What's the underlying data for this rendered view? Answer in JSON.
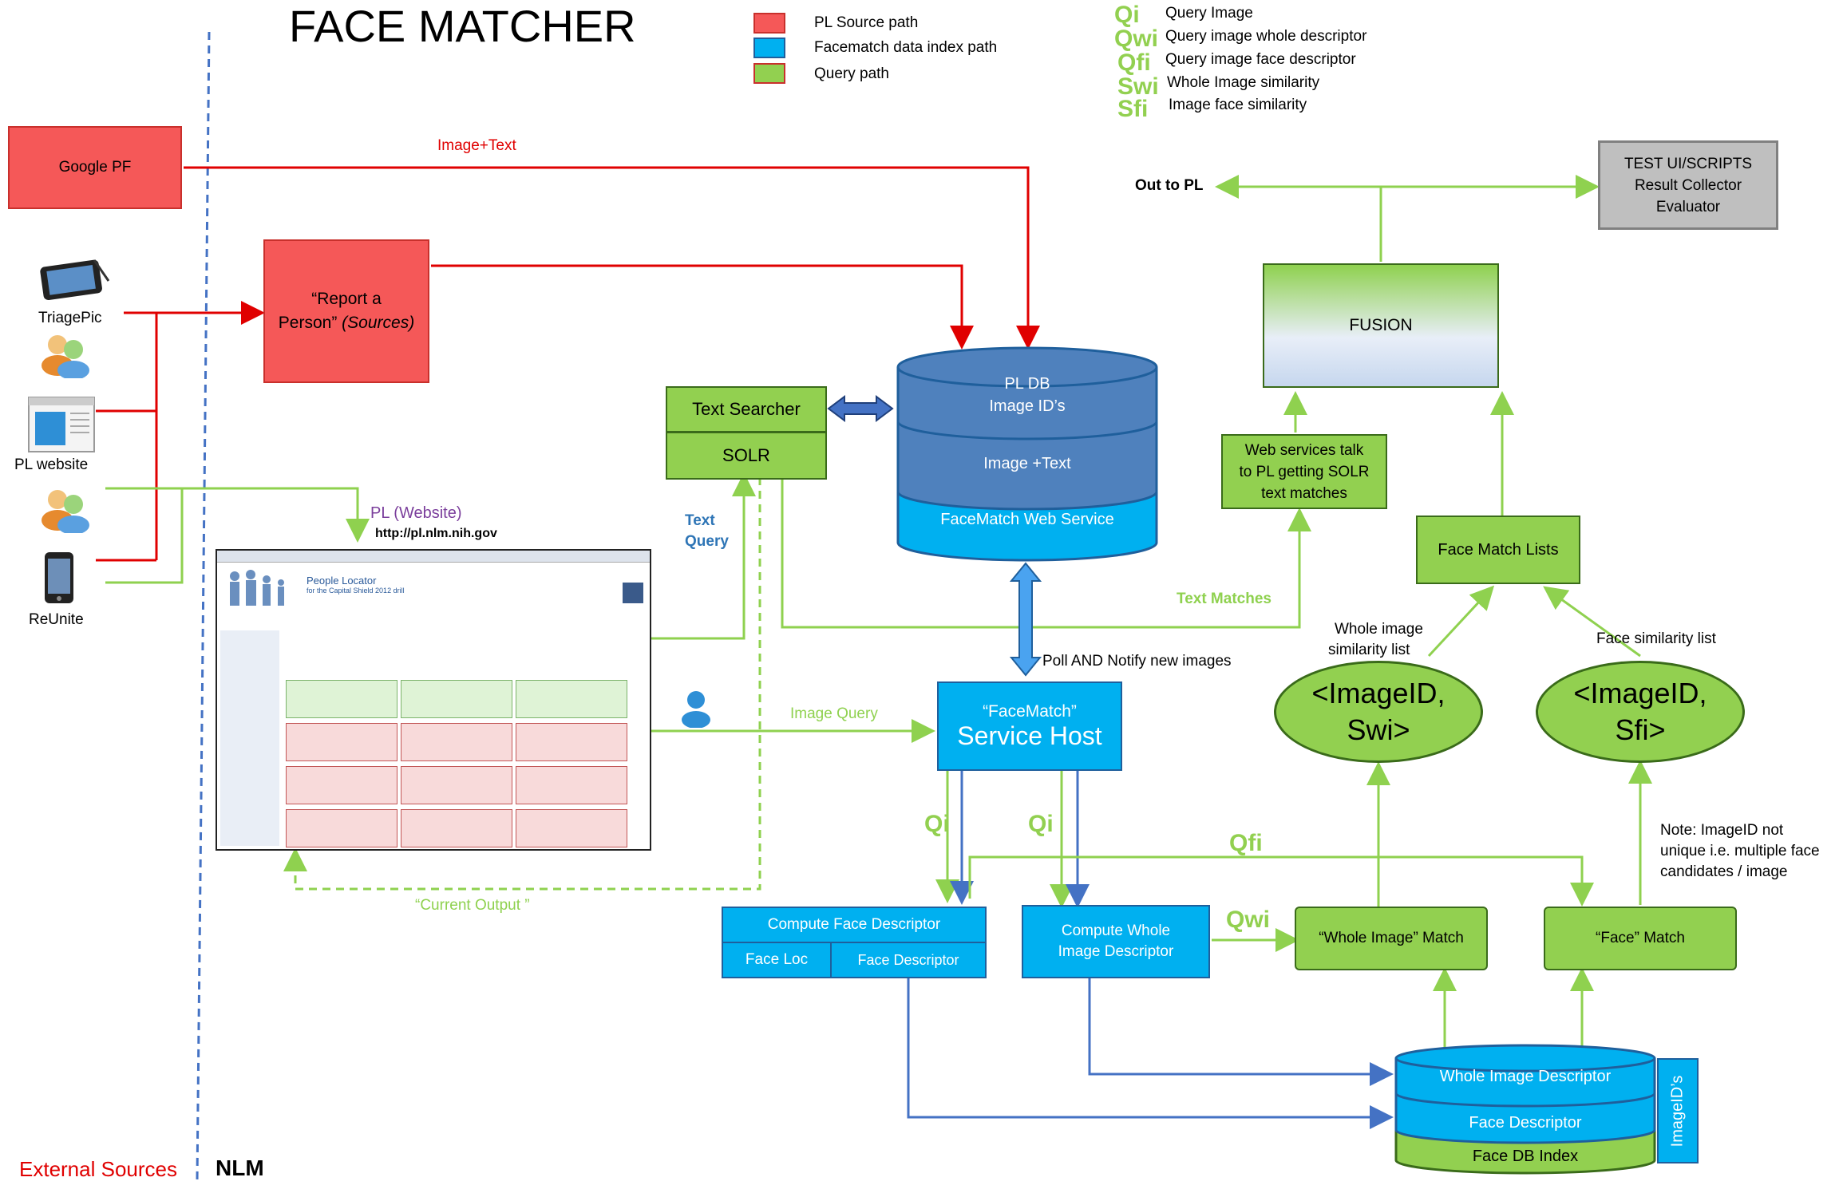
{
  "title": "FACE MATCHER",
  "legend": [
    {
      "label": "PL Source path",
      "color": "#f55858"
    },
    {
      "label": "Facematch data index path",
      "color": "#00b0f0"
    },
    {
      "label": "Query path",
      "color": "#92d050"
    }
  ],
  "abbreviations": [
    {
      "abbr": "Qi",
      "desc": "Query Image"
    },
    {
      "abbr": "Qwi",
      "desc": "Query image whole descriptor"
    },
    {
      "abbr": "Qfi",
      "desc": "Query image face descriptor"
    },
    {
      "abbr": "Swi",
      "desc": "Whole Image similarity"
    },
    {
      "abbr": "Sfi",
      "desc": "Image face similarity"
    }
  ],
  "sources": {
    "google_pf": "Google PF",
    "triagepic": "TriagePic",
    "pl_website": "PL website",
    "reunite": "ReUnite"
  },
  "report_person": {
    "line1": "“Report a",
    "line2": "Person”",
    "sources": "(Sources)"
  },
  "text_searcher": {
    "top": "Text Searcher",
    "bottom": "SOLR"
  },
  "pl_db": {
    "line1": "PL DB",
    "line2": "Image ID’s",
    "middle": "Image +Text",
    "bottom": "FaceMatch Web Service"
  },
  "fusion": "FUSION",
  "test_ui": {
    "line1": "TEST UI/SCRIPTS",
    "line2": "Result Collector",
    "line3": "Evaluator"
  },
  "out_to_pl": "Out to PL",
  "web_services": {
    "line1": "Web services talk",
    "line2": "to PL getting SOLR",
    "line3": "text matches"
  },
  "face_match_lists": "Face Match Lists",
  "service_host": {
    "line1": "“FaceMatch”",
    "line2": "Service Host"
  },
  "compute_face": {
    "top": "Compute Face Descriptor",
    "left": "Face Loc",
    "right": "Face Descriptor"
  },
  "compute_whole": {
    "line1": "Compute Whole",
    "line2": "Image Descriptor"
  },
  "whole_match": "“Whole Image” Match",
  "face_match": "“Face” Match",
  "ellipse_swi": {
    "line1": "<ImageID,",
    "line2": "Swi>"
  },
  "ellipse_sfi": {
    "line1": "<ImageID,",
    "line2": "Sfi>"
  },
  "face_db": {
    "top": "Whole Image Descriptor",
    "middle": "Face Descriptor",
    "bottom": "Face DB Index",
    "side": "ImageID’s"
  },
  "edge_labels": {
    "image_text": "Image+Text",
    "text_query_1": "Text",
    "text_query_2": "Query",
    "text_matches": "Text Matches",
    "poll_notify": "Poll AND Notify new images",
    "image_query": "Image Query",
    "current_output": "“Current Output ”",
    "qi_1": "Qi",
    "qi_2": "Qi",
    "qfi": "Qfi",
    "qwi": "Qwi",
    "whole_sim_1": "Whole image",
    "whole_sim_2": "similarity list",
    "face_sim": "Face similarity list"
  },
  "note": {
    "line1": "Note: ImageID not",
    "line2": "unique i.e. multiple face",
    "line3": "candidates / image"
  },
  "pl_site": {
    "label": "PL (Website)",
    "url": "http://pl.nlm.nih.gov",
    "caption_title": "People Locator",
    "caption_sub": "for the Capital Shield 2012 drill"
  },
  "bottom": {
    "external": "External Sources",
    "nlm": "NLM"
  },
  "icons": [
    "tablet-icon",
    "people-icon",
    "browser-window-icon",
    "people-icon",
    "phone-icon",
    "person-icon"
  ]
}
